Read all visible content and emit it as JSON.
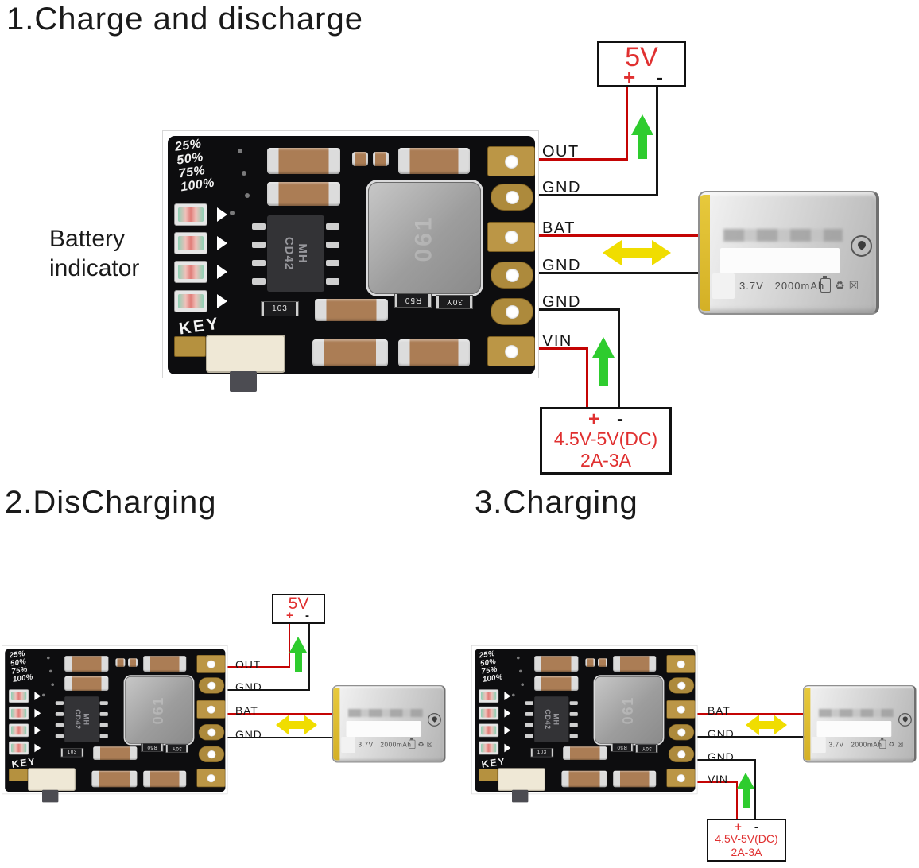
{
  "sections": {
    "s1": {
      "title": "1.Charge and discharge"
    },
    "s2": {
      "title": "2.DisCharging"
    },
    "s3": {
      "title": "3.Charging"
    }
  },
  "labels": {
    "battery_indicator_line1": "Battery",
    "battery_indicator_line2": "indicator"
  },
  "boxes": {
    "five_v": {
      "title": "5V",
      "plus": "+",
      "minus": "-"
    },
    "dc_supply": {
      "plus": "+",
      "minus": "-",
      "range": "4.5V-5V(DC)",
      "current": "2A-3A"
    }
  },
  "pcb": {
    "percents": [
      "25%",
      "50%",
      "75%",
      "100%"
    ],
    "key": "KEY",
    "chip": {
      "line1": "MH",
      "line2": "CD42"
    },
    "refs": {
      "r103": "103",
      "r50": "R50",
      "r30y": "30Y"
    },
    "inductor_mark": "061"
  },
  "battery": {
    "voltage": "3.7V",
    "capacity": "2000mAh"
  },
  "modules": {
    "m1": {
      "pins": [
        "OUT",
        "GND",
        "BAT",
        "GND",
        "GND",
        "VIN"
      ]
    },
    "m2": {
      "pins": [
        "OUT",
        "GND",
        "BAT",
        "GND"
      ]
    },
    "m3": {
      "pins": [
        "BAT",
        "GND",
        "GND",
        "VIN"
      ]
    }
  },
  "colors": {
    "wire_red": "#c40404",
    "wire_black": "#151515",
    "arrow_green": "#2ecc2e",
    "arrow_yellow": "#f0dd00",
    "text_red": "#e03030"
  }
}
